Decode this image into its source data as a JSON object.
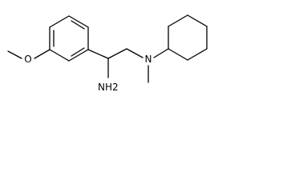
{
  "structure": {
    "atom_labels": {
      "methoxy_oxygen": "O",
      "tertiary_amine": "N",
      "primary_amine": "NH2"
    }
  }
}
